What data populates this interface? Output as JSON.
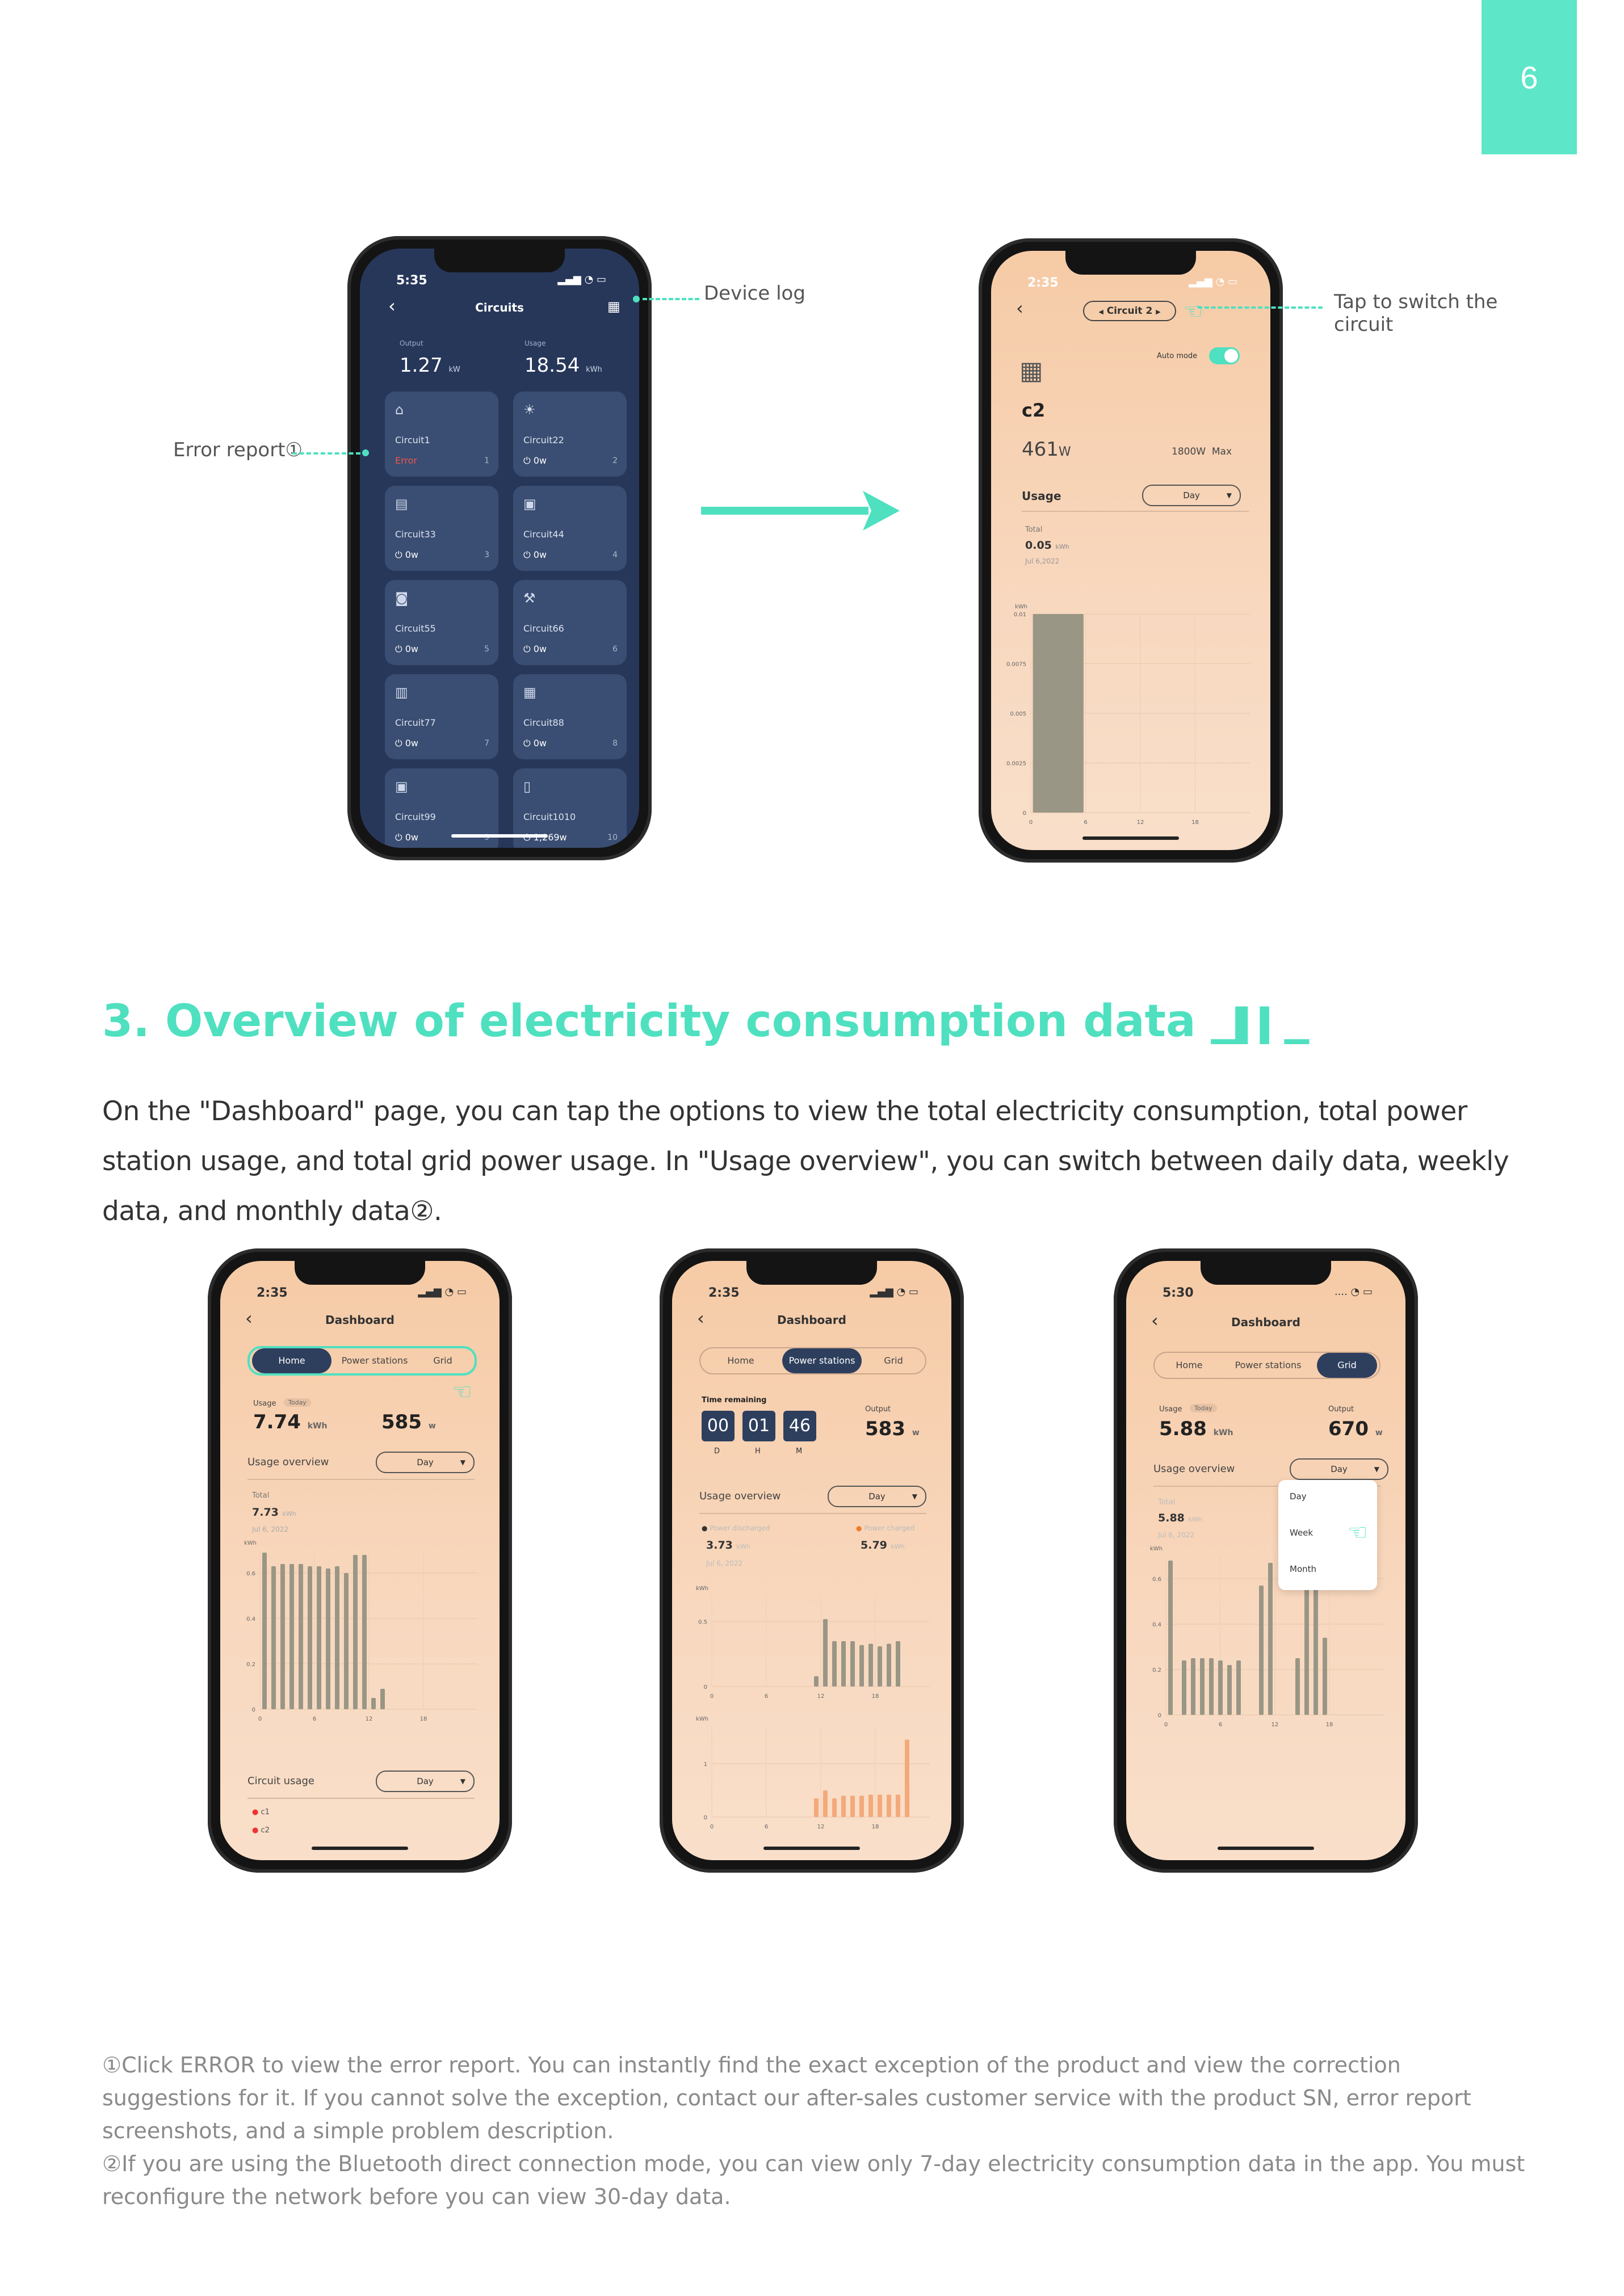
{
  "page_number": "6",
  "annotations": {
    "device_log": "Device log",
    "error_report": "Error report①",
    "tap_switch_line1": "Tap to switch the",
    "tap_switch_line2": "circuit"
  },
  "section": {
    "title": "3. Overview of electricity consumption data",
    "body": "On the \"Dashboard\" page, you can tap the options to view the total electricity consumption, total power station usage, and total grid power usage. In \"Usage overview\", you can switch between daily data, weekly data, and monthly data②."
  },
  "footnotes": {
    "note1": "①Click ERROR to view the error report. You can instantly find the exact exception of the product and view the correction suggestions for it. If you cannot solve the exception, contact our after-sales customer service with the product SN, error report screenshots, and a simple problem description.",
    "note2": "②If you are using the Bluetooth direct connection mode, you can view only 7-day electricity consumption data in the app. You must reconfigure the network before you can view 30-day data."
  },
  "phone_circuits": {
    "time": "5:35",
    "title": "Circuits",
    "output_label": "Output",
    "output_value": "1.27",
    "output_unit": "kW",
    "usage_label": "Usage",
    "usage_value": "18.54",
    "usage_unit": "kWh",
    "tiles": [
      {
        "name": "Circuit1",
        "status": "Error",
        "no": "1",
        "icon": "sofa-icon"
      },
      {
        "name": "Circuit22",
        "status": "0w",
        "no": "2",
        "icon": "bulb-icon"
      },
      {
        "name": "Circuit33",
        "status": "0w",
        "no": "3",
        "icon": "ac-icon"
      },
      {
        "name": "Circuit44",
        "status": "0w",
        "no": "4",
        "icon": "oven-icon"
      },
      {
        "name": "Circuit55",
        "status": "0w",
        "no": "5",
        "icon": "washer-icon"
      },
      {
        "name": "Circuit66",
        "status": "0w",
        "no": "6",
        "icon": "tools-icon"
      },
      {
        "name": "Circuit77",
        "status": "0w",
        "no": "7",
        "icon": "cabinet-icon"
      },
      {
        "name": "Circuit88",
        "status": "0w",
        "no": "8",
        "icon": "panel-icon"
      },
      {
        "name": "Circuit99",
        "status": "0w",
        "no": "9",
        "icon": "oven-icon"
      },
      {
        "name": "Circuit1010",
        "status": "1,269w",
        "no": "10",
        "icon": "fridge-icon"
      }
    ]
  },
  "phone_circuit2": {
    "time": "2:35",
    "selector": "Circuit 2",
    "auto_mode": "Auto mode",
    "circuit_name": "c2",
    "power_value": "461",
    "power_unit": "W",
    "max": "1800W  Max",
    "usage_label": "Usage",
    "dropdown": "Day",
    "total_label": "Total",
    "total_value": "0.05",
    "total_unit": "kWh",
    "date": "Jul 6,2022",
    "chart_data": {
      "type": "bar",
      "ylabel": "kWh",
      "ylim": [
        0,
        0.01
      ],
      "yticks": [
        "0.01",
        "0.0075",
        "0.005",
        "0.0025",
        "0"
      ],
      "xticks": [
        "0",
        "6",
        "12",
        "18"
      ],
      "xlim": [
        0,
        24
      ],
      "x": [
        0,
        0.5,
        1,
        1.5,
        2,
        2.5,
        3,
        3.5,
        4,
        4.5,
        5
      ],
      "values": [
        0.01,
        0.01,
        0.01,
        0.01,
        0.01,
        0.01,
        0.01,
        0.01,
        0.01,
        0.01,
        0.01
      ]
    }
  },
  "phone_home": {
    "time": "2:35",
    "title": "Dashboard",
    "tabs": [
      "Home",
      "Power stations",
      "Grid"
    ],
    "usage_label": "Usage",
    "today": "Today",
    "usage_value": "7.74",
    "usage_unit": "kWh",
    "output_value": "585",
    "output_unit": "w",
    "overview_label": "Usage overview",
    "dropdown": "Day",
    "total_label": "Total",
    "total_value": "7.73",
    "total_unit": "kWh",
    "date": "Jul 6, 2022",
    "circuit_usage_label": "Circuit usage",
    "circuit_dropdown": "Day",
    "legend": [
      "c1",
      "c2"
    ],
    "chart_data": {
      "type": "bar",
      "ylabel": "kWh",
      "ylim": [
        0,
        0.7
      ],
      "yticks": [
        "0.6",
        "0.4",
        "0.2",
        "0"
      ],
      "xticks": [
        "0",
        "6",
        "12",
        "18"
      ],
      "xlim": [
        0,
        24
      ],
      "x": [
        0,
        1,
        2,
        3,
        4,
        5,
        6,
        7,
        8,
        9,
        10,
        11,
        12,
        13
      ],
      "values": [
        0.69,
        0.63,
        0.64,
        0.64,
        0.64,
        0.63,
        0.63,
        0.62,
        0.63,
        0.6,
        0.68,
        0.68,
        0.05,
        0.09
      ]
    }
  },
  "phone_stations": {
    "time": "2:35",
    "title": "Dashboard",
    "tabs": [
      "Home",
      "Power stations",
      "Grid"
    ],
    "time_remaining_label": "Time remaining",
    "timer": [
      "00",
      "01",
      "46"
    ],
    "timer_units": [
      "D",
      "H",
      "M"
    ],
    "output_label": "Output",
    "output_value": "583",
    "output_unit": "w",
    "overview_label": "Usage overview",
    "dropdown": "Day",
    "discharged_label": "Power discharged",
    "charged_label": "Power charged",
    "discharged_value": "3.73",
    "charged_value": "5.79",
    "unit": "kWh",
    "date": "Jul 6, 2022",
    "chart_data": [
      {
        "type": "bar",
        "ylabel": "kWh",
        "ylim": [
          0,
          0.7
        ],
        "yticks": [
          "0.5",
          "0"
        ],
        "xticks": [
          "0",
          "6",
          "12",
          "18"
        ],
        "xlim": [
          0,
          24
        ],
        "x": [
          11,
          12,
          13,
          14,
          15,
          16,
          17,
          18,
          19,
          20
        ],
        "values": [
          0.08,
          0.52,
          0.35,
          0.35,
          0.35,
          0.32,
          0.33,
          0.31,
          0.33,
          0.35
        ]
      },
      {
        "type": "bar",
        "ylabel": "kWh",
        "ylim": [
          0,
          1.7
        ],
        "yticks": [
          "1",
          "0"
        ],
        "xticks": [
          "0",
          "6",
          "12",
          "18"
        ],
        "xlim": [
          0,
          24
        ],
        "x": [
          11,
          12,
          13,
          14,
          15,
          16,
          17,
          18,
          19,
          20,
          21
        ],
        "values": [
          0.35,
          0.5,
          0.35,
          0.4,
          0.4,
          0.4,
          0.42,
          0.42,
          0.42,
          0.42,
          1.45
        ]
      }
    ]
  },
  "phone_grid": {
    "time": "5:30",
    "title": "Dashboard",
    "tabs": [
      "Home",
      "Power stations",
      "Grid"
    ],
    "usage_label": "Usage",
    "today": "Today",
    "usage_value": "5.88",
    "usage_unit": "kWh",
    "output_label": "Output",
    "output_value": "670",
    "output_unit": "w",
    "overview_label": "Usage overview",
    "dropdown": "Day",
    "menu": [
      "Day",
      "Week",
      "Month"
    ],
    "total_label": "Total",
    "total_value": "5.88",
    "total_unit": "kWh",
    "date": "Jul 6, 2022",
    "chart_data": {
      "type": "bar",
      "ylabel": "kWh",
      "ylim": [
        0,
        0.7
      ],
      "yticks": [
        "0.6",
        "0.4",
        "0.2",
        "0"
      ],
      "xticks": [
        "0",
        "6",
        "12",
        "18"
      ],
      "xlim": [
        0,
        24
      ],
      "x": [
        0,
        1.5,
        2.5,
        3.5,
        4.5,
        5.5,
        6.5,
        7.5,
        10,
        11,
        14,
        15,
        16,
        17
      ],
      "values": [
        0.68,
        0.24,
        0.25,
        0.25,
        0.25,
        0.24,
        0.22,
        0.24,
        0.57,
        0.67,
        0.25,
        0.68,
        0.68,
        0.34
      ]
    }
  },
  "colors": {
    "accent": "#4fe0c0",
    "dark_screen": "#27375a",
    "bar": "#9a9685",
    "bar_orange": "#f4a97a"
  }
}
